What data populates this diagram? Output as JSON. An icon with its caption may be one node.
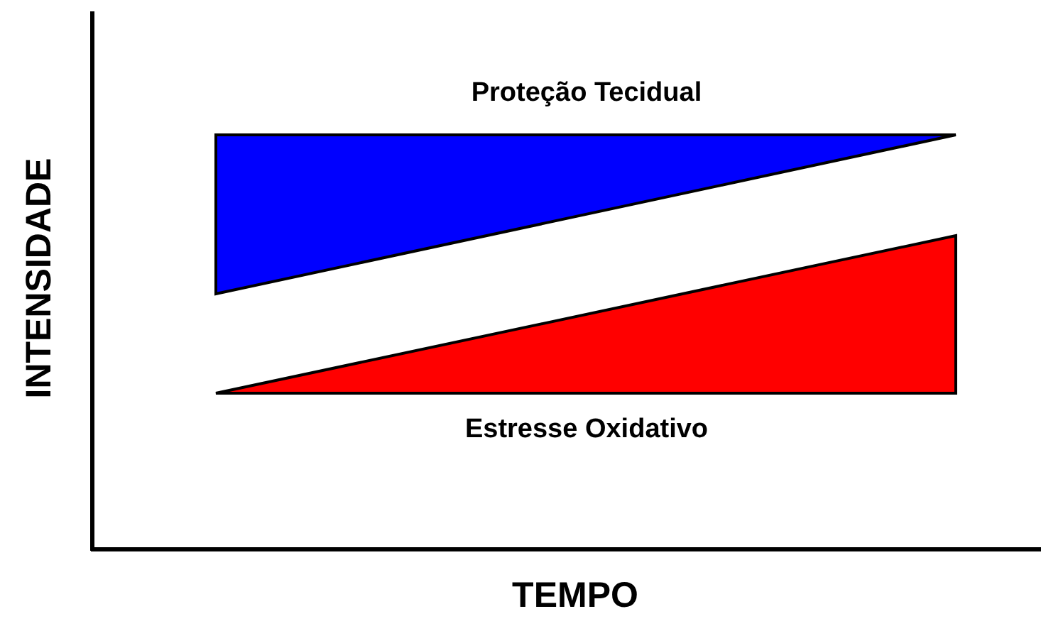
{
  "diagram": {
    "nodes": [
      {
        "text": [
          "Proteção Tecidual"
        ]
      },
      {
        "text": [
          "Estresse Oxidativo"
        ]
      }
    ],
    "edges": [],
    "labels": [
      "INTENSIDADE",
      "TEMPO"
    ]
  }
}
